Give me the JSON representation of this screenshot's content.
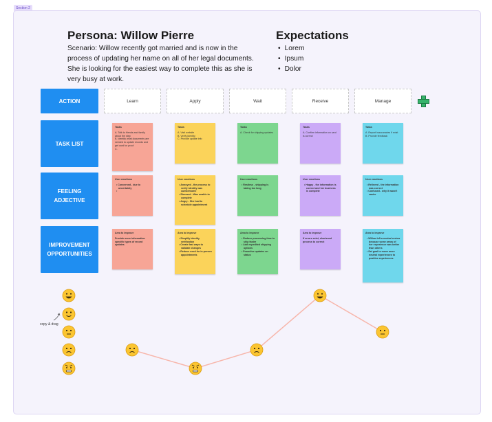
{
  "section_tag": "Section 2",
  "persona": {
    "title": "Persona: Willow Pierre",
    "scenario": "Scenario: Willow recently got married and is now in the process of updating her name on all of her legal documents. She is looking for the easiest way to complete this as she is very busy at work."
  },
  "expectations": {
    "title": "Expectations",
    "items": [
      "Lorem",
      "Ipsum",
      "Dolor"
    ]
  },
  "rows": {
    "action": "ACTION",
    "task_list": "TASK LIST",
    "feeling_1": "FEELING",
    "feeling_2": "ADJECTIVE",
    "improve_1": "IMPROVEMENT",
    "improve_2": "OPPORTUNITIES"
  },
  "stages": [
    "Learn",
    "Apply",
    "Wait",
    "Receive",
    "Manage"
  ],
  "tasks": [
    {
      "title": "Tasks",
      "lines": [
        "A. Talk to friends and family about the step",
        "B. Identify what documents are needed to update records and get card for proof",
        "C."
      ]
    },
    {
      "title": "Tasks",
      "lines": [
        "A. Visit website",
        "B. Verify identity",
        "C. Provide update info"
      ]
    },
    {
      "title": "Tasks",
      "lines": [
        "A. Check for shipping updates"
      ]
    },
    {
      "title": "Tasks",
      "lines": [
        "A. Confirm information on card is correct"
      ]
    },
    {
      "title": "Tasks",
      "lines": [
        "A. Report inaccuracies if exist",
        "B. Provide feedback"
      ]
    }
  ],
  "emotions": [
    {
      "title": "User emotions",
      "bullets": [
        "Concerned - due to uncertainty",
        ""
      ]
    },
    {
      "title": "User emotions",
      "bullets": [
        "Annoyed - the process to verify identity was cumbersome",
        "Stressed - Was unable to complete",
        "Angry - She had to schedule appointment"
      ]
    },
    {
      "title": "User emotions",
      "bullets": [
        "Restless - shipping is taking too long"
      ]
    },
    {
      "title": "User emotions",
      "bullets": [
        "Happy - the information is correct and her business is complete"
      ]
    },
    {
      "title": "User emotions",
      "bullets": [
        "Relieved - the information was correct",
        "Confused - why it wasn't easier"
      ]
    }
  ],
  "improvements": [
    {
      "title": "Area to improve",
      "lines": [
        "Provide more information specific types of record updates"
      ]
    },
    {
      "title": "Area to improve",
      "bullets": [
        "Simplify identity verification",
        "Create fast ways to validate changes",
        "Reduce need for in-person appointments"
      ]
    },
    {
      "title": "Area to improve",
      "bullets": [
        "Reduce processing time to ship faster",
        "Add expedited shipping options",
        "Proactive updates on status"
      ]
    },
    {
      "title": "Area to improve",
      "lines": [
        "If errors exist, shortened process to correct"
      ]
    },
    {
      "title": "Area to improve",
      "bullets": [
        "Willow left a neutral review because some areas of her experience was better than others",
        "Set goal to move more neutral experiences to positive experiences."
      ]
    }
  ],
  "copy_drag": "copy & drag",
  "emotion_scale": [
    "very-happy-face-icon",
    "happy-face-icon",
    "neutral-face-icon",
    "sad-face-icon",
    "angry-face-icon"
  ],
  "journey_emotions": [
    "sad",
    "angry",
    "sad",
    "very-happy",
    "neutral"
  ],
  "colors": {
    "board_bg": "#f5f3fc",
    "row_label": "#1f8ef1",
    "sticky_red": "#f7a596",
    "sticky_yellow": "#fbd35a",
    "sticky_green": "#7dd68f",
    "sticky_purple": "#cbaaf7",
    "sticky_cyan": "#6fd7ec",
    "curve": "#f7b6ab",
    "emoji_fill": "#fbc531"
  }
}
